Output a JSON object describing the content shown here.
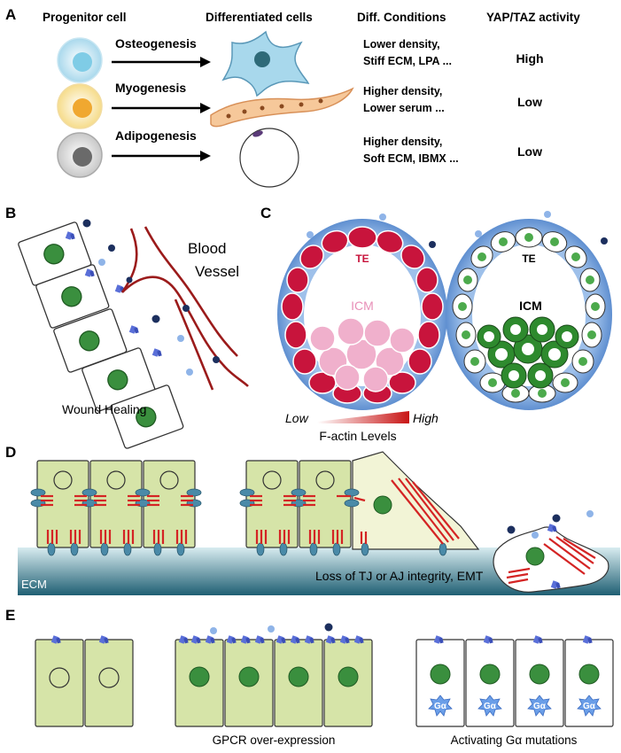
{
  "panels": {
    "a": {
      "letter": "A",
      "headers": {
        "progenitor": "Progenitor cell",
        "differentiated": "Differentiated cells",
        "conditions": "Diff. Conditions",
        "activity": "YAP/TAZ activity"
      },
      "rows": [
        {
          "process": "Osteogenesis",
          "cond1": "Lower density,",
          "cond2": "Stiff ECM, LPA ...",
          "activity": "High"
        },
        {
          "process": "Myogenesis",
          "cond1": "Higher density,",
          "cond2": "Lower serum ...",
          "activity": "Low"
        },
        {
          "process": "Adipogenesis",
          "cond1": "Higher density,",
          "cond2": "Soft ECM, IBMX ...",
          "activity": "Low"
        }
      ]
    },
    "b": {
      "letter": "B",
      "vessel_line1": "Blood",
      "vessel_line2": "Vessel",
      "caption": "Wound Healing"
    },
    "c": {
      "letter": "C",
      "te": "TE",
      "icm": "ICM",
      "gradient_low": "Low",
      "gradient_high": "High",
      "gradient_caption": "F-actin Levels"
    },
    "d": {
      "letter": "D",
      "ecm": "ECM",
      "caption": "Loss of TJ or AJ integrity, EMT"
    },
    "e": {
      "letter": "E",
      "caption_gpcr": "GPCR over-expression",
      "caption_galpha": "Activating Gα mutations",
      "galpha_label": "Gα"
    }
  },
  "colors": {
    "cell_green": "#d6e4a8",
    "nucleus_green": "#3a8f3e",
    "te_red": "#c8143c",
    "icm_pink": "#f0a8c8",
    "blastocyst_blue": "#7fa6dc",
    "vessel_red": "#9b1b1b",
    "navy_dot": "#1c2f5e",
    "light_blue_dot": "#8fb4e8",
    "stress_fiber_red": "#d42424",
    "junction_teal": "#4a8aa8"
  }
}
